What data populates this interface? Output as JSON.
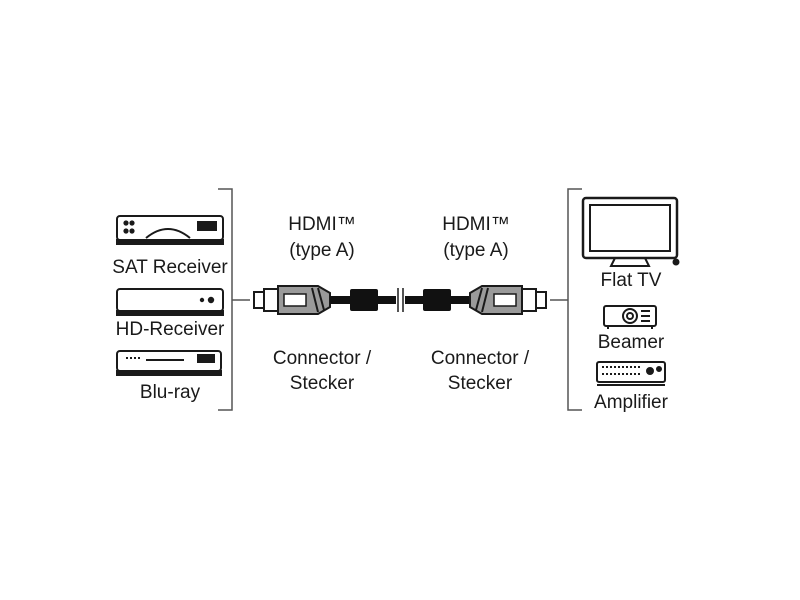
{
  "left_devices": [
    {
      "label": "SAT Receiver",
      "icon": "sat-receiver-icon"
    },
    {
      "label": "HD-Receiver",
      "icon": "hd-receiver-icon"
    },
    {
      "label": "Blu-ray",
      "icon": "blu-ray-player-icon"
    }
  ],
  "right_devices": [
    {
      "label": "Flat TV",
      "icon": "flat-tv-icon"
    },
    {
      "label": "Beamer",
      "icon": "projector-icon"
    },
    {
      "label": "Amplifier",
      "icon": "amplifier-icon"
    }
  ],
  "left_connector": {
    "type_line1": "HDMI™",
    "type_line2": "(type A)",
    "name_line1": "Connector /",
    "name_line2": "Stecker"
  },
  "right_connector": {
    "type_line1": "HDMI™",
    "type_line2": "(type A)",
    "name_line1": "Connector /",
    "name_line2": "Stecker"
  },
  "colors": {
    "ink": "#1a1a1a",
    "connector_fill": "#9a9a9a",
    "ferrite": "#111111",
    "bracket": "#555555"
  }
}
